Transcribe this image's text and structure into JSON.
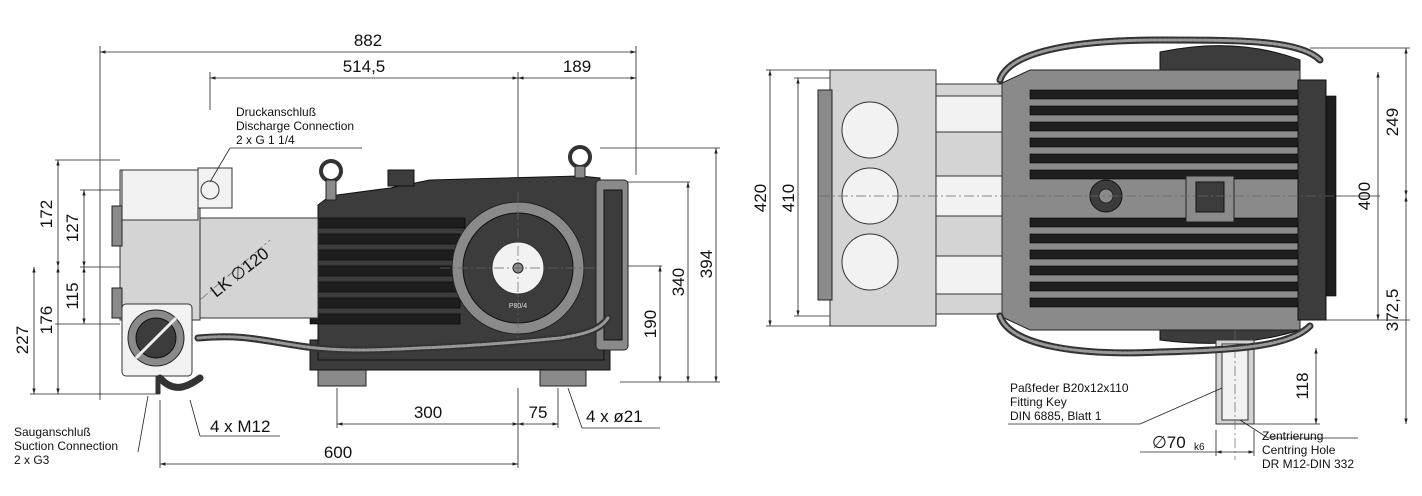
{
  "side_view": {
    "dims": {
      "overall_length": "882",
      "crank_to_flange": "514,5",
      "flange_to_end": "189",
      "height_172": "172",
      "height_127": "127",
      "height_115": "115",
      "height_176": "176",
      "height_227": "227",
      "height_340": "340",
      "height_394": "394",
      "height_190": "190",
      "foot_300": "300",
      "foot_75": "75",
      "base_600": "600",
      "bolt_holes": "4 x ø21",
      "thread": "4 x M12",
      "pcd": "LK ∅120"
    },
    "discharge": [
      "Druckanschluß",
      "Discharge Connection",
      "2 x G 1 1/4"
    ],
    "suction": [
      "Sauganschluß",
      "Suction Connection",
      "2 x G3"
    ],
    "plate_label": "P80/4"
  },
  "top_view": {
    "dims": {
      "width_420": "420",
      "width_410": "410",
      "width_249": "249",
      "width_400": "400",
      "width_372": "372,5",
      "shaft_118": "118",
      "shaft_dia": "∅70",
      "shaft_tol": "k6"
    },
    "fitting_key": [
      "Paßfeder B20x12x110",
      "Fitting Key",
      "DIN 6885, Blatt 1"
    ],
    "centring": [
      "Zentrierung",
      "Centring Hole",
      "DR M12-DIN 332"
    ]
  },
  "colors": {
    "dark": "#3c3c3c",
    "light": "#d4d4d4",
    "line": "#222222"
  }
}
